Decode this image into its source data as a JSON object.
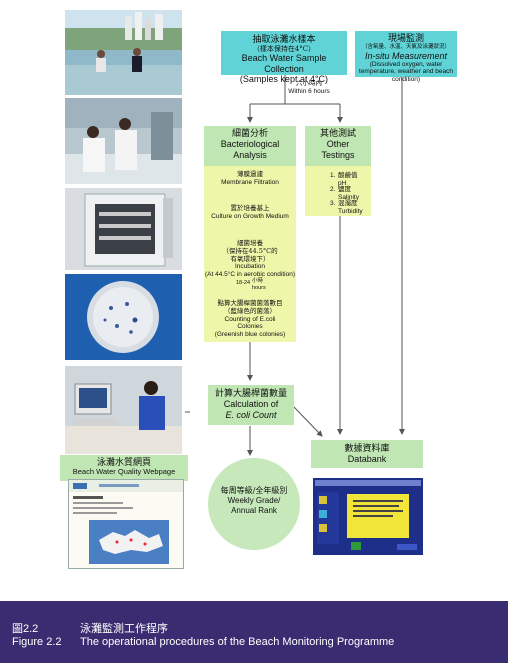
{
  "colors": {
    "cyan_box": "#5fd3d6",
    "green_box": "#bfe6b3",
    "yellow_panel": "#eef6a9",
    "caption_bg": "#3a2c70",
    "arrow": "#555555"
  },
  "sample": {
    "zh": "抽取泳灘水樣本",
    "zh_sub": "（樣本保持在4°C）",
    "en": "Beach Water Sample Collection",
    "en_sub": "(Samples kept at 4°C)"
  },
  "insitu": {
    "zh": "現場監測",
    "zh_sub": "（含氧量、水溫、天氣及泳灘狀況）",
    "en": "In-situ Measurement",
    "en_sub": "(Dissolved oxygen, water temperature, weather and beach condition)"
  },
  "within": {
    "zh": "六小時內",
    "en": "Within 6 hours"
  },
  "bacterio": {
    "zh": "細菌分析",
    "en1": "Bacteriological",
    "en2": "Analysis"
  },
  "other": {
    "zh": "其他測試",
    "en1": "Other",
    "en2": "Testings"
  },
  "steps": {
    "membrane": {
      "zh": "薄膜過濾",
      "en": "Membrane Filtration"
    },
    "culture": {
      "zh": "置於培養基上",
      "en": "Culture on Growth Medium"
    },
    "incubation": {
      "zh": "細菌培養",
      "zh_sub1": "（保持在44.5°C的",
      "zh_sub2": "有氧環境下）",
      "en": "Incubation",
      "en_sub": "(At 44.5°C in aerobic condition)"
    },
    "hours": {
      "zh": "小時",
      "num": "18-24",
      "en": "hours"
    },
    "counting": {
      "zh": "點算大腸桿菌菌落數目",
      "zh_sub": "（藍綠色的菌落）",
      "en1": "Counting of E.coli",
      "en2": "Colonies",
      "en_sub": "(Greenish blue colonies)"
    }
  },
  "other_tests": [
    {
      "num": "1.",
      "zh": "酸鹼值",
      "en": "pH"
    },
    {
      "num": "2.",
      "zh": "鹽度",
      "en": "Salinity"
    },
    {
      "num": "3.",
      "zh": "混濁度",
      "en": "Turbidity"
    }
  ],
  "calc": {
    "zh": "計算大腸桿菌數量",
    "en1": "Calculation of",
    "en2": "E. coli Count"
  },
  "databank": {
    "zh": "數據資料庫",
    "en": "Databank"
  },
  "webpage": {
    "zh": "泳灘水質網頁",
    "en": "Beach Water Quality Webpage"
  },
  "grade": {
    "zh": "每周等級/全年級別",
    "en1": "Weekly Grade/",
    "en2": "Annual Rank"
  },
  "caption": {
    "fig_zh": "圖2.2",
    "title_zh": "泳灘監測工作程序",
    "fig_en": "Figure 2.2",
    "title_en": "The operational procedures of the Beach Monitoring Programme"
  }
}
